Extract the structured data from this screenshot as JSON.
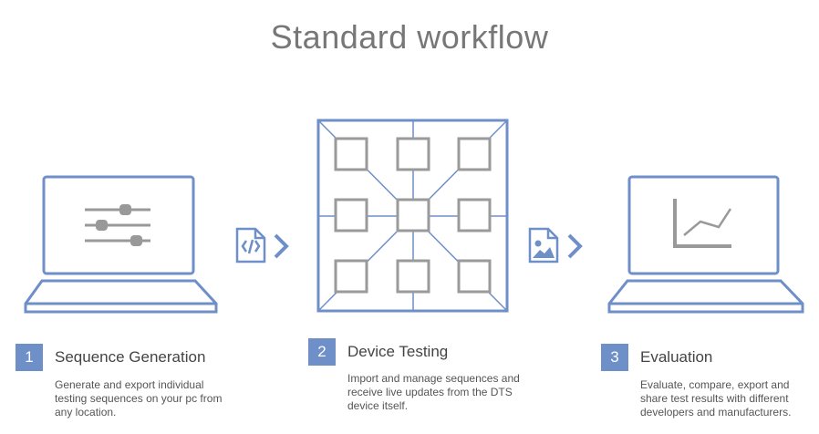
{
  "page": {
    "title": "Standard workflow"
  },
  "colors": {
    "accent": "#6f8fc8",
    "device_gray": "#9a9a9a"
  },
  "steps": [
    {
      "number": "1",
      "title": "Sequence Generation",
      "description": "Generate and export individual testing sequences on your pc from any location.",
      "icon": "laptop-sliders-icon"
    },
    {
      "number": "2",
      "title": "Device Testing",
      "description": "Import and manage sequences and receive live updates from the DTS device itself.",
      "icon": "device-grid-icon"
    },
    {
      "number": "3",
      "title": "Evaluation",
      "description": "Evaluate, compare, export and share test results with different developers and manufacturers.",
      "icon": "laptop-chart-icon"
    }
  ],
  "connectors": [
    {
      "icon": "code-file-icon"
    },
    {
      "icon": "image-file-icon"
    }
  ]
}
